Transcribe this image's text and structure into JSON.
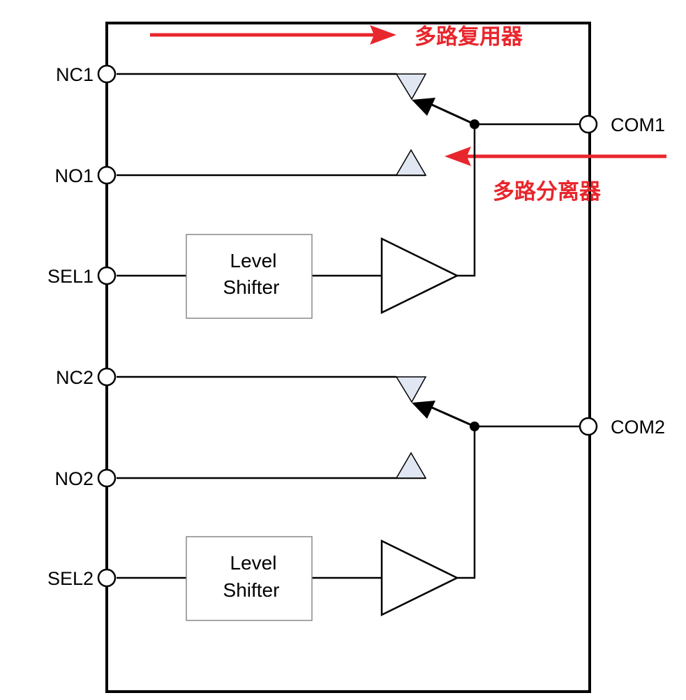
{
  "pins": {
    "nc1": "NC1",
    "no1": "NO1",
    "sel1": "SEL1",
    "nc2": "NC2",
    "no2": "NO2",
    "sel2": "SEL2",
    "com1": "COM1",
    "com2": "COM2"
  },
  "blocks": {
    "level_shifter_1": {
      "line1": "Level",
      "line2": "Shifter"
    },
    "level_shifter_2": {
      "line1": "Level",
      "line2": "Shifter"
    }
  },
  "annotations": {
    "multiplexer": "多路复用器",
    "demultiplexer": "多路分离器"
  },
  "colors": {
    "annotation": "#e8262d",
    "contact_fill": "#e0e6f2"
  }
}
